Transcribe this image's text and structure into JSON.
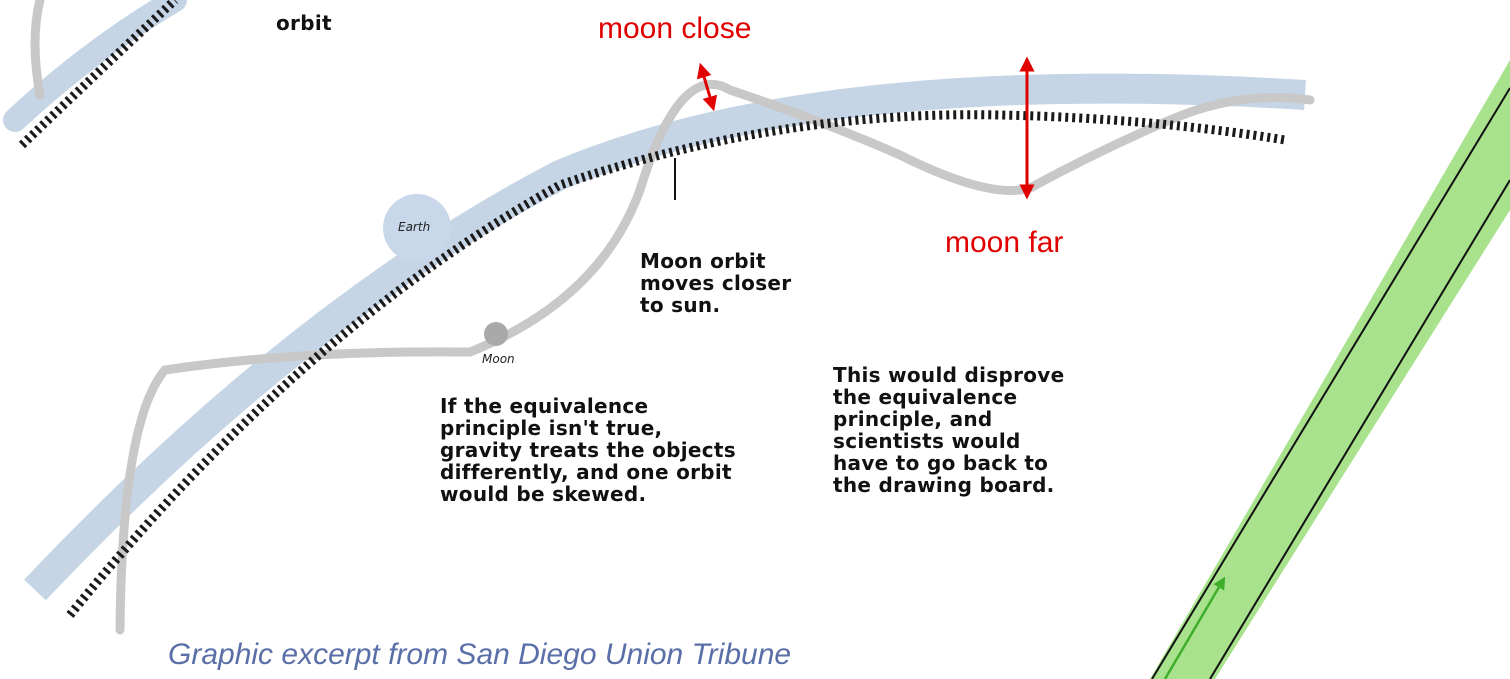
{
  "labels": {
    "earth_orbit_fragment": "orbit",
    "earth": "Earth",
    "moon": "Moon",
    "moon_orbit_note": "Moon orbit\nmoves closer\nto sun.",
    "moon_close": "moon close",
    "moon_far": "moon far",
    "caption_left": "If the equivalence\nprinciple isn't true,\ngravity treats the objects\ndifferently, and one orbit\nwould be skewed.",
    "caption_right": "This would disprove\nthe equivalence\nprinciple, and\nscientists would\nhave to go back to\nthe drawing board.",
    "credit": "Graphic excerpt from San Diego Union Tribune"
  },
  "colors": {
    "earth_orbit_band": "#c5d5e6",
    "earth_fill": "#c8d8ea",
    "moon_path": "#c8c8c8",
    "moon_fill": "#a9a9a9",
    "dotted_orbit": "#1a1a1a",
    "annotation_red": "#e00000",
    "green_band": "#a8e28c",
    "green_arrow": "#3fae2a",
    "credit_text": "#5a6fa8"
  }
}
